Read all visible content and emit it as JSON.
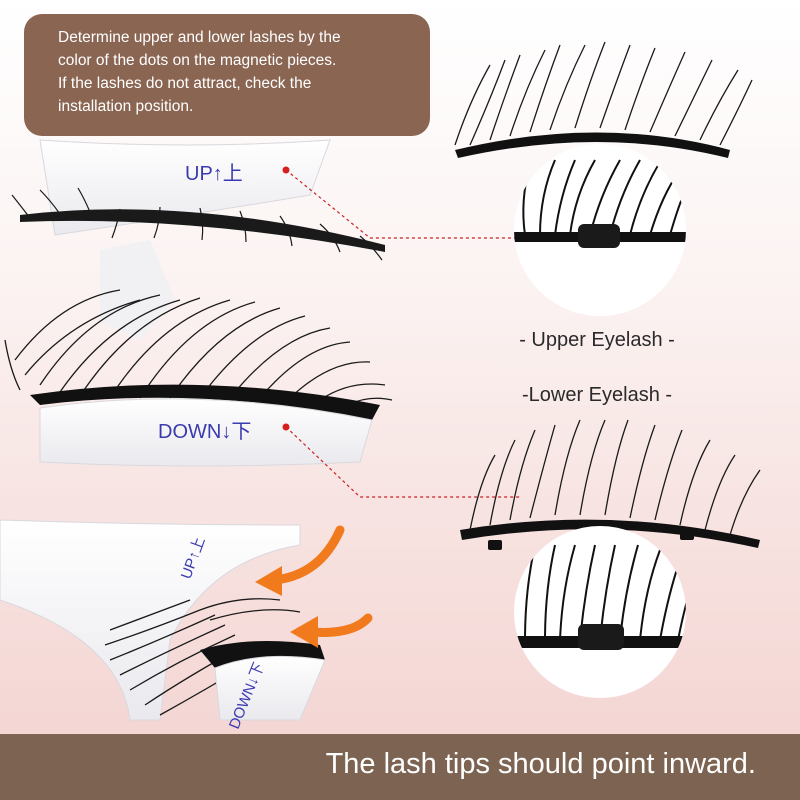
{
  "info_box": {
    "lines": [
      "Determine upper and lower lashes by the",
      "color of the dots on the magnetic pieces.",
      "If the lashes do not attract, check the",
      "installation position."
    ]
  },
  "applicator": {
    "top_label": "UP↑上",
    "bottom_label": "DOWN↓下"
  },
  "labels": {
    "upper": "- Upper Eyelash -",
    "lower": "-Lower Eyelash -"
  },
  "bottom_applicator": {
    "top_label": "UP↑上",
    "bottom_label": "DOWN↓下"
  },
  "footer": {
    "text": "The lash tips should point inward."
  },
  "colors": {
    "brown_box": "#8a6552",
    "footer_bar": "#7c6352",
    "arrow_orange": "#f07a1c",
    "guide_dot_red": "#d81e1e",
    "label_blue": "#3b3bb0"
  }
}
